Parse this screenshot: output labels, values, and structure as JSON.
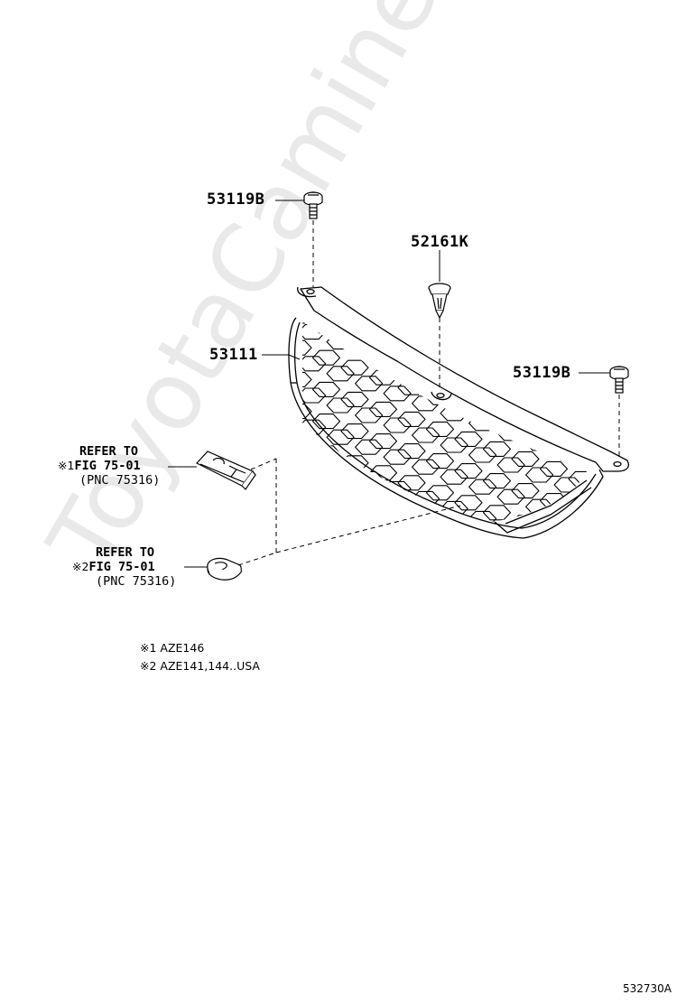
{
  "watermark": "ToyotaCamine.ru",
  "parts": {
    "screw_top": "53119B",
    "clip": "52161K",
    "grille": "53111",
    "screw_right": "53119B"
  },
  "refs": [
    {
      "mark": "※1",
      "line1": "REFER TO",
      "line2": "FIG 75-01",
      "line3": "(PNC 75316)"
    },
    {
      "mark": "※2",
      "line1": "REFER TO",
      "line2": "FIG 75-01",
      "line3": "(PNC 75316)"
    }
  ],
  "notes": [
    {
      "mark": "※1",
      "text": "AZE146"
    },
    {
      "mark": "※2",
      "text": "AZE141,144..USA"
    }
  ],
  "diagram_code": "532730A"
}
